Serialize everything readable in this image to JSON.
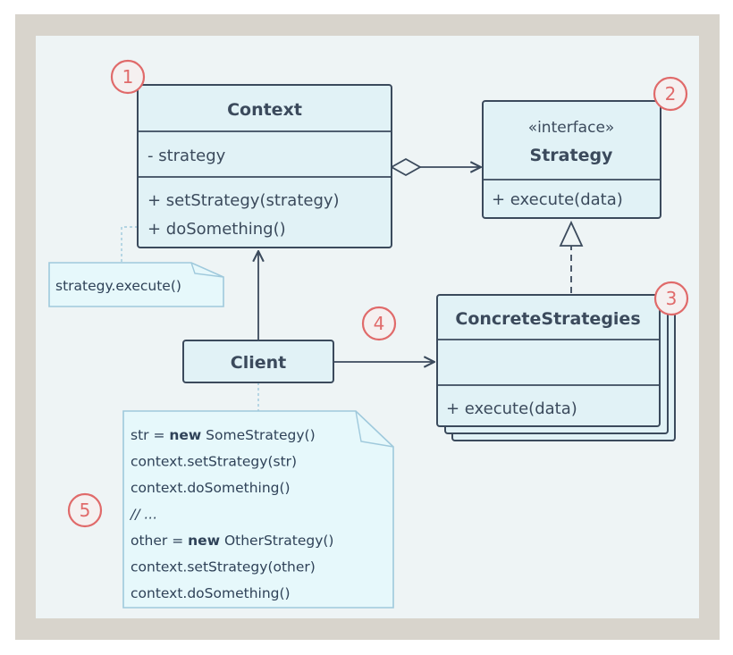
{
  "context": {
    "title": "Context",
    "field": "- strategy",
    "methods": [
      "+ setStrategy(strategy)",
      "+ doSomething()"
    ]
  },
  "strategy": {
    "stereotype": "«interface»",
    "title": "Strategy",
    "method": "+ execute(data)"
  },
  "concrete": {
    "title": "ConcreteStrategies",
    "method": "+ execute(data)"
  },
  "client": {
    "title": "Client"
  },
  "context_note": "strategy.execute()",
  "client_note": {
    "lines": [
      {
        "pre": "str = ",
        "kw": "new",
        "post": " SomeStrategy()"
      },
      {
        "pre": "context.setStrategy(str)",
        "kw": "",
        "post": ""
      },
      {
        "pre": "context.doSomething()",
        "kw": "",
        "post": ""
      },
      {
        "pre": "// ...",
        "kw": "",
        "post": "",
        "comment": true
      },
      {
        "pre": "other = ",
        "kw": "new",
        "post": " OtherStrategy()"
      },
      {
        "pre": "context.setStrategy(other)",
        "kw": "",
        "post": ""
      },
      {
        "pre": "context.doSomething()",
        "kw": "",
        "post": ""
      }
    ]
  },
  "markers": [
    "1",
    "2",
    "3",
    "4",
    "5"
  ],
  "colors": {
    "box_fill": "#e1f2f6",
    "box_stroke": "#3b4a5c",
    "note_fill": "#e6f8fb",
    "note_stroke": "#9fc9dc",
    "marker": "#e06a6a"
  }
}
